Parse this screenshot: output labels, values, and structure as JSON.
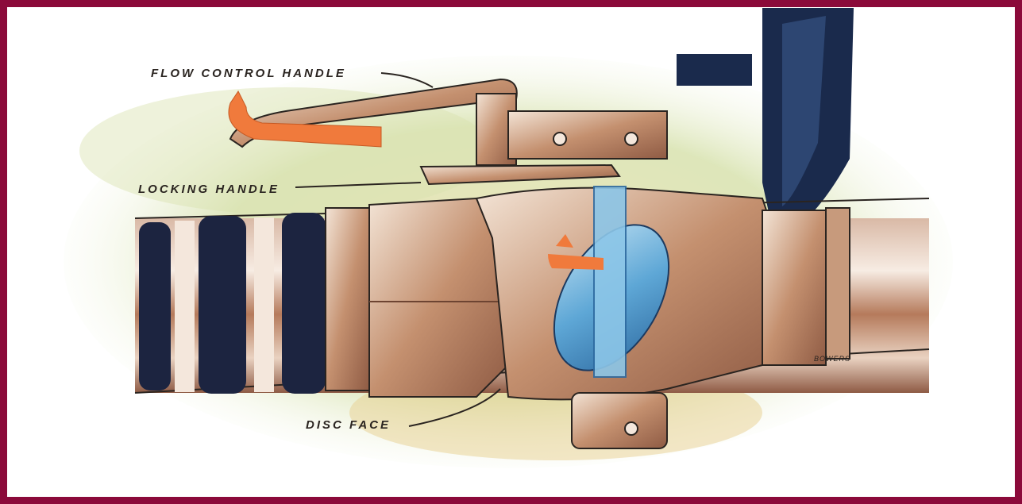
{
  "labels": {
    "flow_control_handle": "FLOW CONTROL HANDLE",
    "locking_handle": "LOCKING HANDLE",
    "disc_face": "DISC FACE"
  },
  "signature": "BOWERS",
  "colors": {
    "frame": "#8b0a3a",
    "arrow": "#f07a3c",
    "pipe_dark": "#1c2440",
    "brass": "#b0795a",
    "disc": "#6fb4dc",
    "wash_green": "#c9d99a",
    "wash_tan": "#e6c98a"
  }
}
